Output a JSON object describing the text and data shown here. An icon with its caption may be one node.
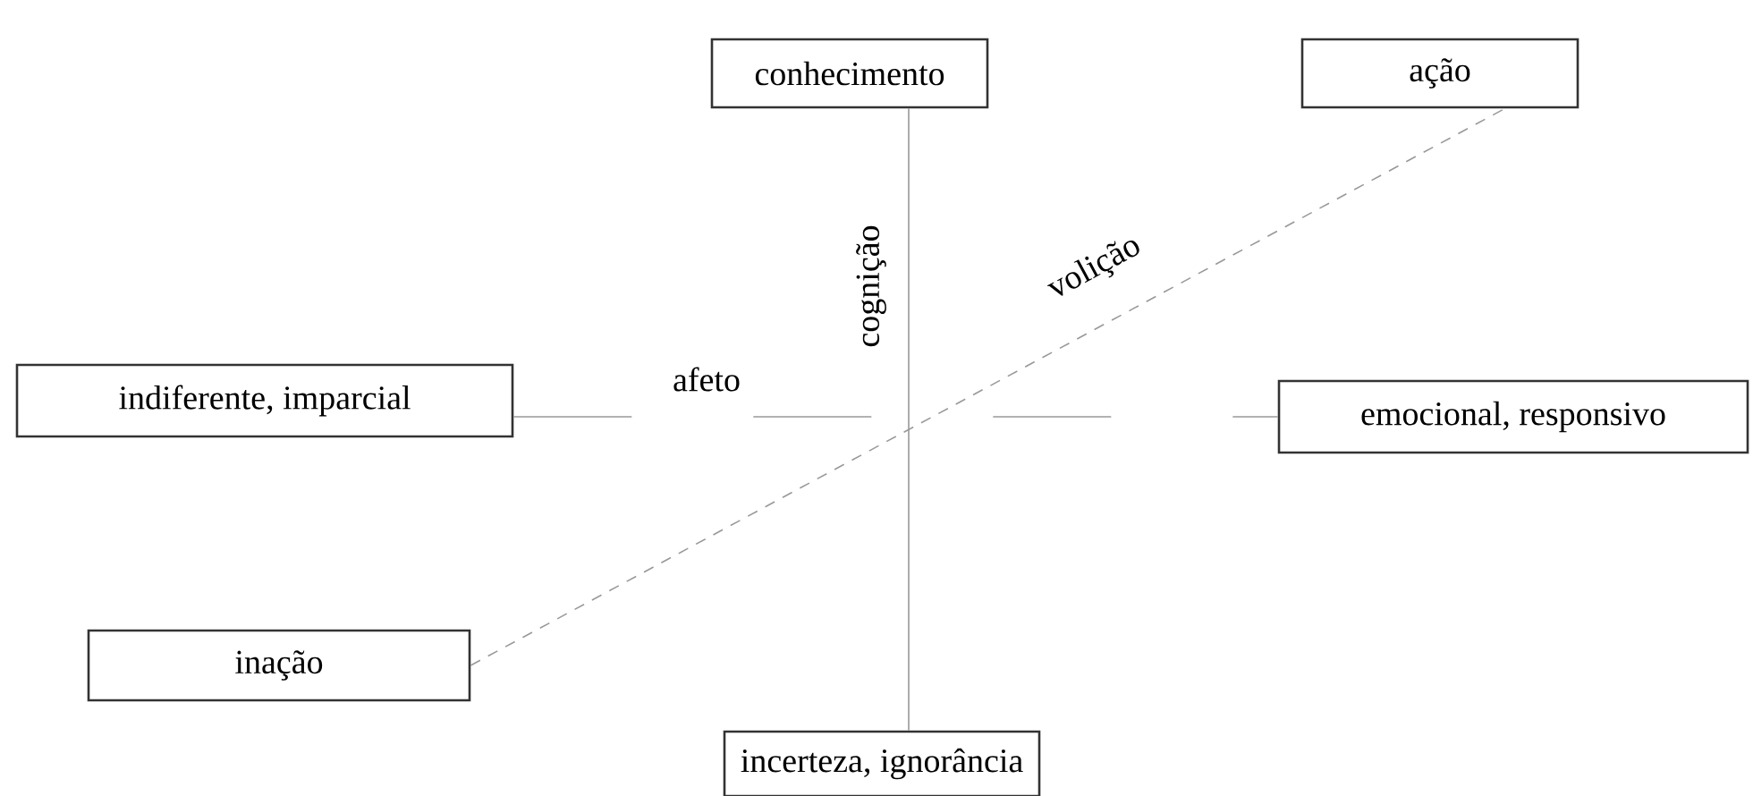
{
  "diagram": {
    "nodes": [
      {
        "text": [
          "conhecimento"
        ]
      },
      {
        "text": [
          "ação"
        ]
      },
      {
        "text": [
          "indiferente, imparcial"
        ]
      },
      {
        "text": [
          "emocional, responsivo"
        ]
      },
      {
        "text": [
          "inação"
        ]
      },
      {
        "text": [
          "incerteza, ignorância"
        ]
      }
    ],
    "edges": [
      {
        "from": 0,
        "to": 5,
        "arrow": "none",
        "label": "cognição"
      },
      {
        "from": 2,
        "to": 3,
        "arrow": "none",
        "label": "afeto",
        "style": "dashed"
      },
      {
        "from": 4,
        "to": 1,
        "arrow": "none",
        "label": "volição",
        "style": "dashed"
      }
    ]
  }
}
